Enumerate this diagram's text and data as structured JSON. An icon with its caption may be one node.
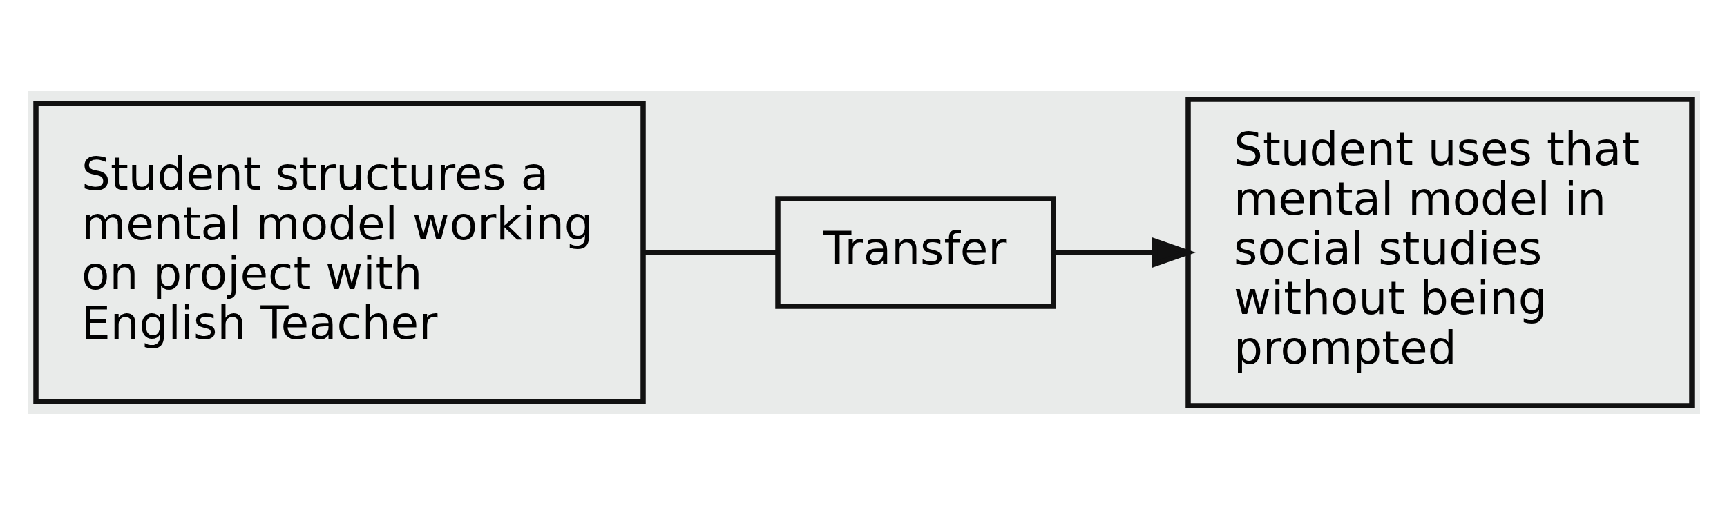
{
  "diagram": {
    "nodes": [
      {
        "text": [
          "Student structures a mental model working on project with English Teacher"
        ]
      },
      {
        "text": [
          "Transfer"
        ]
      },
      {
        "text": [
          "Student uses that mental model in social studies without being prompted"
        ]
      }
    ],
    "edges": [
      {
        "from": 0,
        "to": 1,
        "arrow": "none"
      },
      {
        "from": 1,
        "to": 2,
        "arrow": "to"
      }
    ]
  }
}
